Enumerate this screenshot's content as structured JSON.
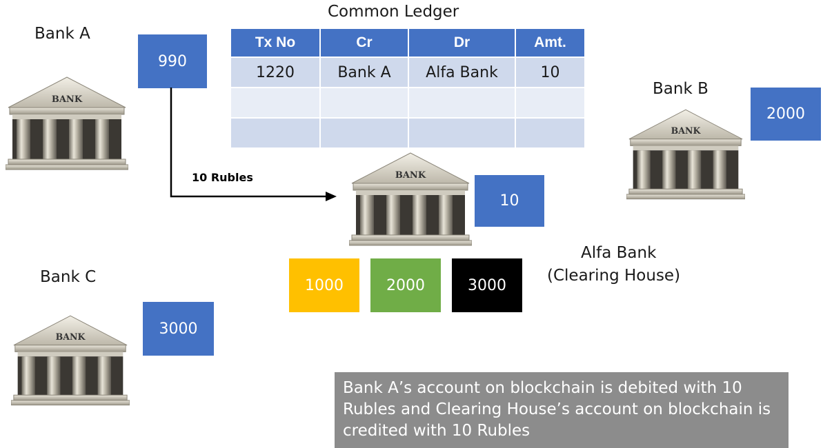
{
  "banks": {
    "bank_a": {
      "label": "Bank A",
      "balance": "990",
      "icon_text": "BANK"
    },
    "bank_b": {
      "label": "Bank B",
      "balance": "2000",
      "icon_text": "BANK"
    },
    "bank_c": {
      "label": "Bank C",
      "balance": "3000",
      "icon_text": "BANK"
    },
    "alfa": {
      "label_line1": "Alfa Bank",
      "label_line2": "(Clearing House)",
      "balance": "10",
      "icon_text": "BANK",
      "sub_balances": [
        "1000",
        "2000",
        "3000"
      ]
    }
  },
  "ledger": {
    "title": "Common Ledger",
    "headers": [
      "Tx No",
      "Cr",
      "Dr",
      "Amt."
    ],
    "rows": [
      [
        "1220",
        "Bank A",
        "Alfa Bank",
        "10"
      ],
      [
        "",
        "",
        "",
        ""
      ],
      [
        "",
        "",
        "",
        ""
      ]
    ]
  },
  "transfer": {
    "label": "10 Rubles"
  },
  "note": {
    "text": "Bank A’s account on blockchain is debited with 10 Rubles and Clearing  House’s account on blockchain is credited with 10 Rubles"
  },
  "colors": {
    "blue": "#4472C4",
    "yellow": "#FFC000",
    "green": "#70AD47",
    "black": "#000000",
    "gray": "#8C8C8C"
  }
}
